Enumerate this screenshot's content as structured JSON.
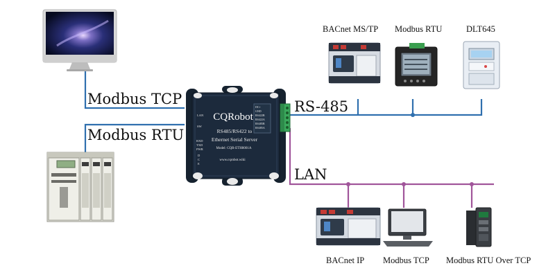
{
  "connections": {
    "modbus_tcp": "Modbus TCP",
    "modbus_rtu": "Modbus RTU",
    "rs485": "RS-485",
    "lan": "LAN"
  },
  "rs485_devices": [
    {
      "label": "BACnet MS/TP"
    },
    {
      "label": "Modbus RTU"
    },
    {
      "label": "DLT645"
    }
  ],
  "lan_devices": [
    {
      "label": "BACnet IP"
    },
    {
      "label": "Modbus TCP"
    },
    {
      "label": "Modbus RTU Over TCP"
    }
  ],
  "server": {
    "brand": "CQRobot",
    "subtitle_line1": "RS485/RS422 to",
    "subtitle_line2": "Ethernet Serial Server",
    "model": "Model: CQR-ETH8001A",
    "url": "www.cqrobot.wiki",
    "led_labels": [
      "LAN",
      "SW",
      "RXD",
      "TXD",
      "PWR"
    ],
    "terminal_labels": [
      "DC+",
      "GND",
      "RS422B",
      "RS422A",
      "RS485B",
      "RS485A"
    ],
    "side_labels": [
      "D",
      "C",
      "E"
    ]
  },
  "colors": {
    "rs485_line": "#2f6fae",
    "lan_line": "#a0559a",
    "server_body": "#1c2a3c",
    "terminal_green": "#3aa95c"
  }
}
